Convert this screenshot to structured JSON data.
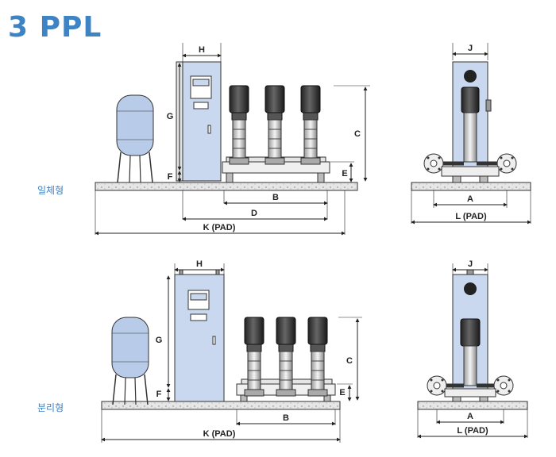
{
  "title": "3 PPL",
  "sections": {
    "integrated": {
      "label": "일체형"
    },
    "separated": {
      "label": "분리형"
    }
  },
  "dims": {
    "H": "H",
    "G": "G",
    "F": "F",
    "C": "C",
    "E": "E",
    "B": "B",
    "D": "D",
    "K": "K (PAD)",
    "J": "J",
    "A": "A",
    "L": "L (PAD)"
  },
  "colors": {
    "accent": "#3e83c4",
    "panel": "#c9d8ee",
    "line": "#222222"
  }
}
